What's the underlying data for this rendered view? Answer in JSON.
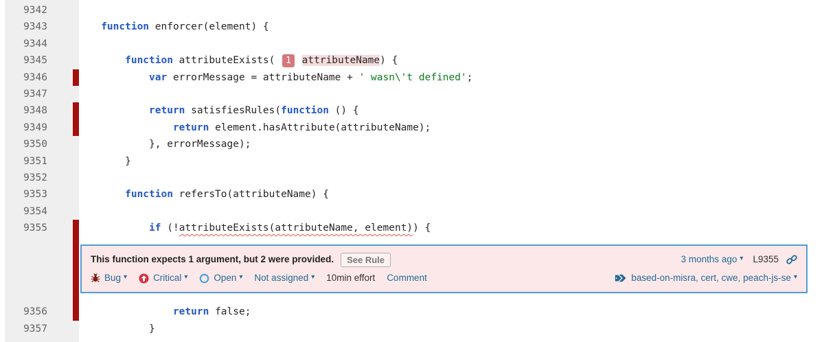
{
  "colors": {
    "accent_blue": "#4b9fd5",
    "link_blue": "#236a97",
    "issue_bg": "#fce8e8",
    "marker_red": "#a4100e",
    "critical_red": "#d4333f",
    "keyword_blue": "#2458c5",
    "string_green": "#0d7d1c",
    "badge_bg": "#d4787d",
    "highlight_bg": "#f6dbdb",
    "gutter_bg": "#efefef"
  },
  "issue": {
    "message": "This function expects 1 argument, but 2 were provided.",
    "see_rule_label": "See Rule",
    "age": "3 months ago",
    "line_ref": "L9355",
    "type_label": "Bug",
    "severity_label": "Critical",
    "status_label": "Open",
    "assignee_label": "Not assigned",
    "effort": "10min effort",
    "comment_label": "Comment",
    "tags": "based-on-misra, cert, cwe, peach-js-se"
  },
  "code": {
    "lines": [
      {
        "n": "9342",
        "tokens": []
      },
      {
        "n": "9343",
        "tokens": [
          {
            "t": "   "
          },
          {
            "t": "function",
            "c": "kw"
          },
          {
            "t": " enforcer(element) {"
          }
        ]
      },
      {
        "n": "9344",
        "tokens": []
      },
      {
        "n": "9345",
        "tokens": [
          {
            "t": "       "
          },
          {
            "t": "function",
            "c": "kw"
          },
          {
            "t": " attributeExists( "
          },
          {
            "t": "1",
            "c": "badge"
          },
          {
            "t": " "
          },
          {
            "t": "attributeName",
            "c": "hl"
          },
          {
            "t": ") {"
          }
        ]
      },
      {
        "n": "9346",
        "marker": true,
        "tokens": [
          {
            "t": "           "
          },
          {
            "t": "var",
            "c": "kw"
          },
          {
            "t": " errorMessage = attributeName + "
          },
          {
            "t": "' wasn\\'t defined'",
            "c": "str"
          },
          {
            "t": ";"
          }
        ]
      },
      {
        "n": "9347",
        "tokens": []
      },
      {
        "n": "9348",
        "marker": true,
        "tokens": [
          {
            "t": "           "
          },
          {
            "t": "return",
            "c": "kw"
          },
          {
            "t": " satisfiesRules("
          },
          {
            "t": "function",
            "c": "kw"
          },
          {
            "t": " () {"
          }
        ]
      },
      {
        "n": "9349",
        "marker": true,
        "tokens": [
          {
            "t": "               "
          },
          {
            "t": "return",
            "c": "kw"
          },
          {
            "t": " element.hasAttribute(attributeName);"
          }
        ]
      },
      {
        "n": "9350",
        "tokens": [
          {
            "t": "           }, errorMessage);"
          }
        ]
      },
      {
        "n": "9351",
        "tokens": [
          {
            "t": "       }"
          }
        ]
      },
      {
        "n": "9352",
        "tokens": []
      },
      {
        "n": "9353",
        "tokens": [
          {
            "t": "       "
          },
          {
            "t": "function",
            "c": "kw"
          },
          {
            "t": " refersTo(attributeName) {"
          }
        ]
      },
      {
        "n": "9354",
        "tokens": []
      },
      {
        "n": "9355",
        "marker": true,
        "tokens": [
          {
            "t": "           "
          },
          {
            "t": "if",
            "c": "kw"
          },
          {
            "t": " (!"
          },
          {
            "t": "attributeExists(attributeName, element)",
            "c": "wavy"
          },
          {
            "t": ") {"
          }
        ]
      },
      {
        "issue_box": true,
        "marker": true
      },
      {
        "n": "9356",
        "marker": true,
        "tokens": [
          {
            "t": "               "
          },
          {
            "t": "return",
            "c": "kw"
          },
          {
            "t": " false;"
          }
        ]
      },
      {
        "n": "9357",
        "tokens": [
          {
            "t": "           }"
          }
        ]
      }
    ]
  }
}
